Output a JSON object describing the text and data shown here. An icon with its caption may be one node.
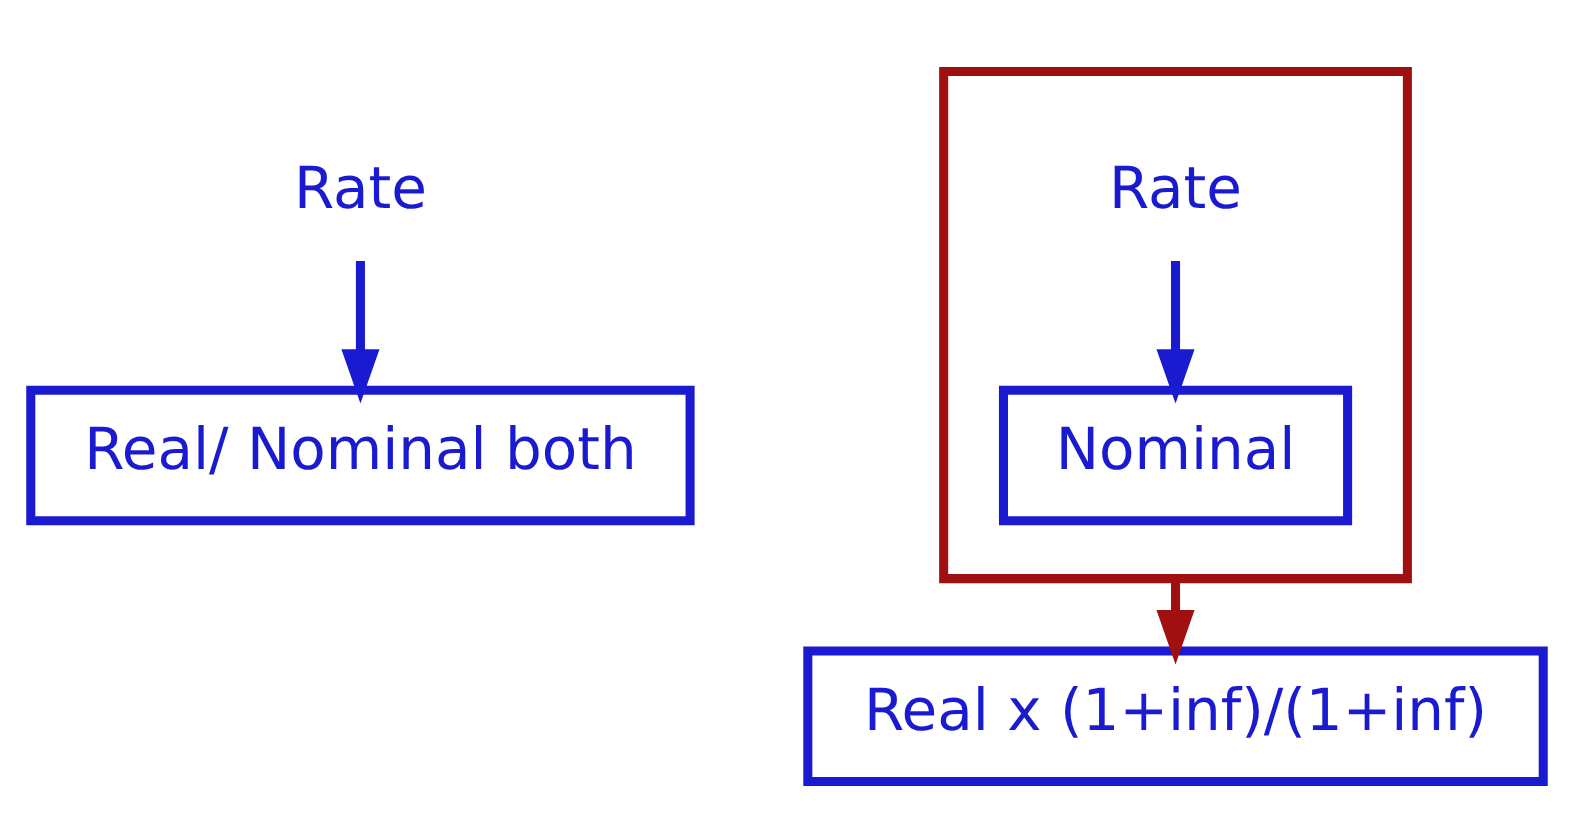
{
  "diagram": {
    "nodes": [
      {
        "text": [
          "Rate"
        ]
      },
      {
        "text": [
          "Real/ Nominal both"
        ]
      },
      {
        "text": [],
        "shape": "box"
      },
      {
        "text": [
          "Rate"
        ],
        "in": 2
      },
      {
        "text": [
          "Nominal"
        ],
        "in": 2
      },
      {
        "text": [
          "Real x (1+inf)/(1+inf)"
        ]
      }
    ],
    "edges": [
      {
        "from": 0,
        "to": 1,
        "arrow": "to"
      },
      {
        "from": 3,
        "to": 4,
        "arrow": "to"
      },
      {
        "from": 2,
        "to": 5,
        "arrow": "to",
        "color": "#a01010"
      }
    ]
  }
}
